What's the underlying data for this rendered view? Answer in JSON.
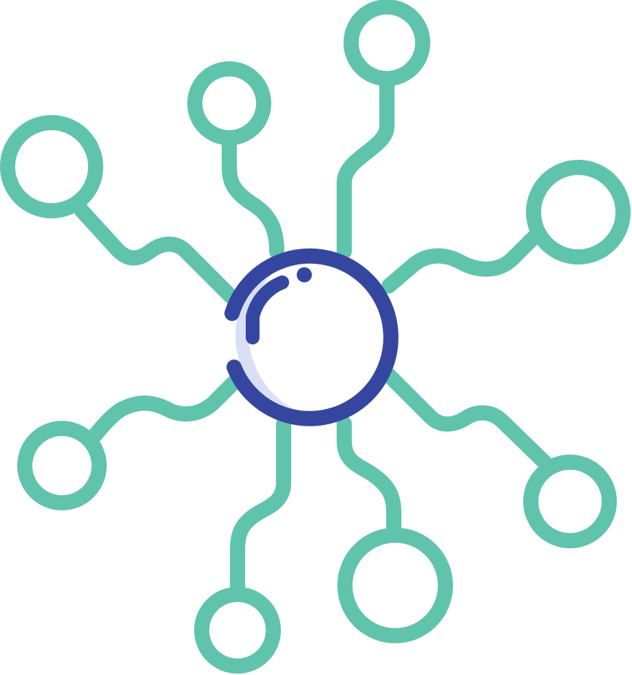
{
  "icon": {
    "name": "network-hub-icon",
    "style": "outline",
    "description_label": "",
    "colors": {
      "background": "#ffffff",
      "branch": "#5fc4ab",
      "hub_outline": "#3446a0",
      "hub_fill": "#d9e0f5"
    },
    "node_count": 8,
    "hub_count": 1
  }
}
